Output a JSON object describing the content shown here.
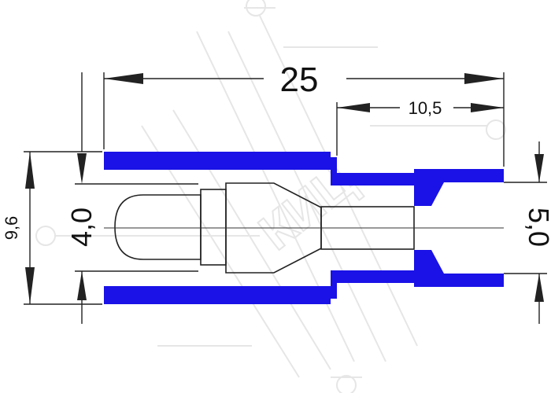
{
  "dimensions": {
    "total_length": "25",
    "socket_length": "10,5",
    "outer_diameter": "9,6",
    "pin_diameter": "4,0",
    "socket_diameter": "5,0"
  },
  "watermark": {
    "text": "КИЦ"
  },
  "colors": {
    "insulation": "#1a12e6",
    "outline": "#222222",
    "watermark": "#e6e6e6"
  }
}
